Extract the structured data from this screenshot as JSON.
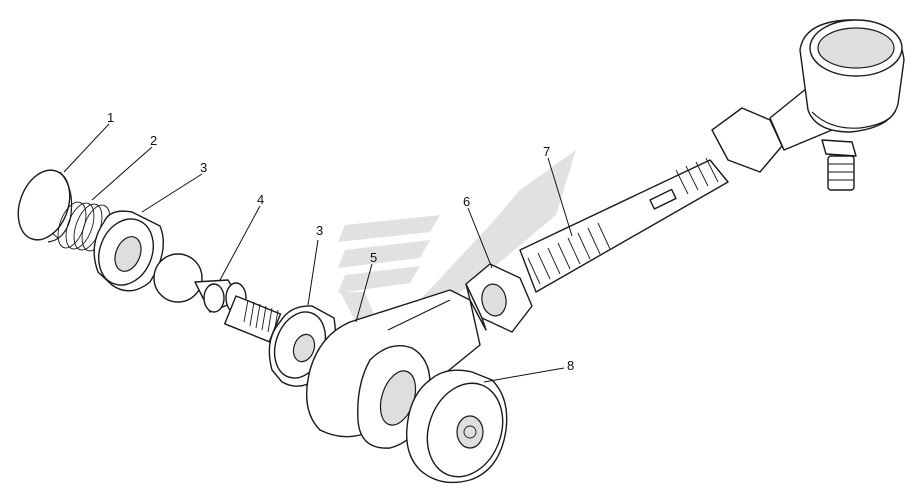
{
  "diagram": {
    "type": "exploded-assembly-drawing",
    "callouts": [
      {
        "id": "c1",
        "label": "1"
      },
      {
        "id": "c2",
        "label": "2"
      },
      {
        "id": "c3a",
        "label": "3"
      },
      {
        "id": "c4",
        "label": "4"
      },
      {
        "id": "c3b",
        "label": "3"
      },
      {
        "id": "c5",
        "label": "5"
      },
      {
        "id": "c6",
        "label": "6"
      },
      {
        "id": "c7",
        "label": "7"
      },
      {
        "id": "c8",
        "label": "8"
      }
    ],
    "colors": {
      "line": "#1a1a1a",
      "background": "#ffffff",
      "watermark": "#c8c8c8"
    }
  }
}
